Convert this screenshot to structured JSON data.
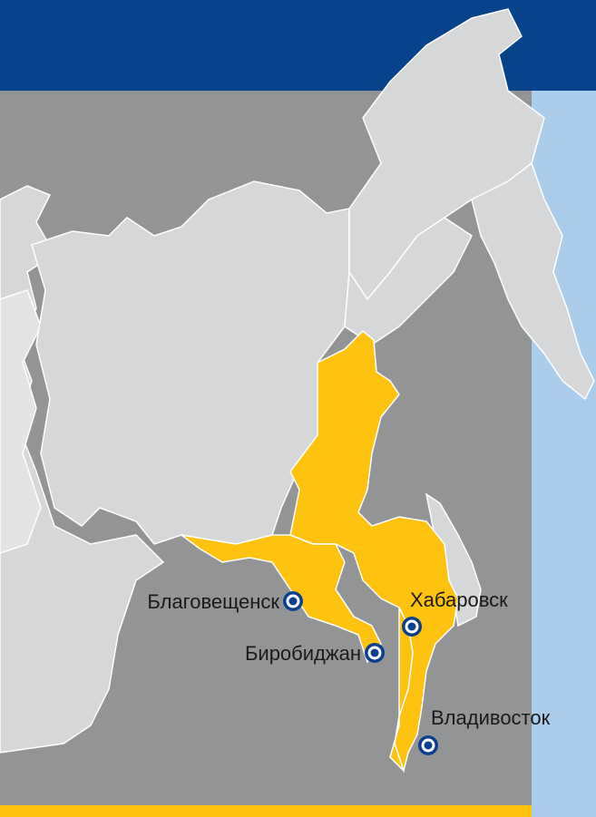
{
  "colors": {
    "header": "#06438A",
    "background": "#939496",
    "sea": "#A9CDEA",
    "land": "#D6D7D9",
    "highlight": "#FFC20E",
    "marker": "#0A3F8F",
    "bottom_bar": "#FFC20E"
  },
  "cities": [
    {
      "name": "Благовещенск",
      "label_side": "left"
    },
    {
      "name": "Хабаровск",
      "label_side": "above"
    },
    {
      "name": "Биробиджан",
      "label_side": "left"
    },
    {
      "name": "Владивосток",
      "label_side": "above"
    }
  ],
  "icons": {
    "city_marker": "city-marker-icon"
  }
}
